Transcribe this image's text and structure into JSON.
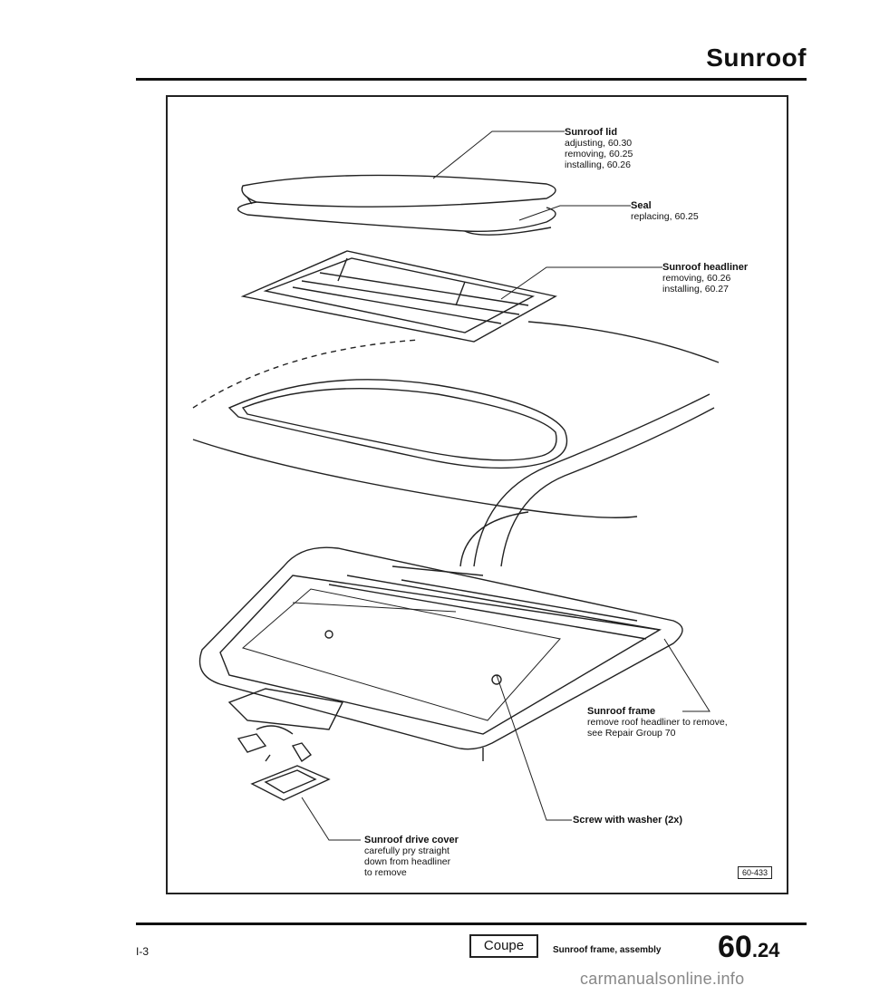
{
  "header": {
    "title": "Sunroof"
  },
  "callouts": {
    "lid": {
      "head": "Sunroof lid",
      "lines": [
        "adjusting, 60.30",
        "removing, 60.25",
        "installing, 60.26"
      ]
    },
    "seal": {
      "head": "Seal",
      "lines": [
        "replacing, 60.25"
      ]
    },
    "headliner": {
      "head": "Sunroof headliner",
      "lines": [
        "removing, 60.26",
        "installing, 60.27"
      ]
    },
    "frame": {
      "head": "Sunroof frame",
      "lines": [
        "remove roof headliner to remove,",
        "see Repair Group 70"
      ]
    },
    "screw": {
      "head": "Screw with washer (2x)",
      "lines": []
    },
    "drive": {
      "head": "Sunroof drive cover",
      "lines": [
        "carefully pry straight",
        "down from headliner",
        "to remove"
      ]
    }
  },
  "figure_number": "60-433",
  "footer": {
    "page_ref": "I-3",
    "model_box": "Coupe",
    "caption": "Sunroof frame, assembly",
    "section_major": "60",
    "section_minor": ".24"
  },
  "watermark": "carmanualsonline.info"
}
